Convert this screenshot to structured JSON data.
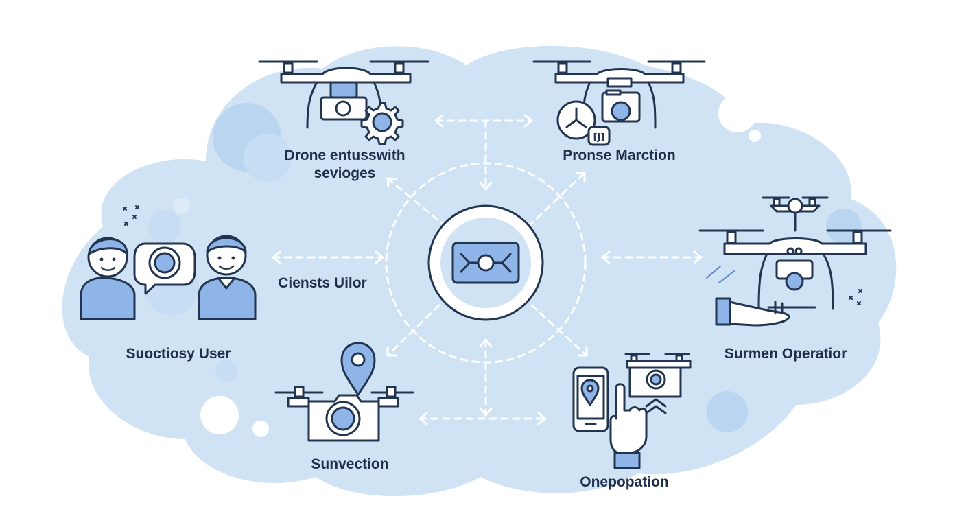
{
  "labels": {
    "top_left": [
      "Drone entusswith",
      "sevioges"
    ],
    "top_right": "Pronse Marction",
    "left_user": "Suoctiosy User",
    "center_left": "Ciensts Uilor",
    "right": "Surmen Operatior",
    "bottom_left": "Sunvection",
    "bottom_right": "Onepopation"
  },
  "colors": {
    "cloud": "#cfe3f5",
    "cloud_dark": "#b9d5f0",
    "accent_blue": "#8fb4e8",
    "stroke": "#22344f",
    "text": "#1f2f4a"
  },
  "icons": {
    "center": "central-hub-drone-icon",
    "top_left": "drone-camera-gear-icon",
    "top_right": "drone-camera-propeller-icon",
    "left": "users-chat-camera-icon",
    "right": "drone-hand-control-icon",
    "bottom_left": "drone-location-camera-icon",
    "bottom_right": "phone-hand-drone-icon"
  }
}
